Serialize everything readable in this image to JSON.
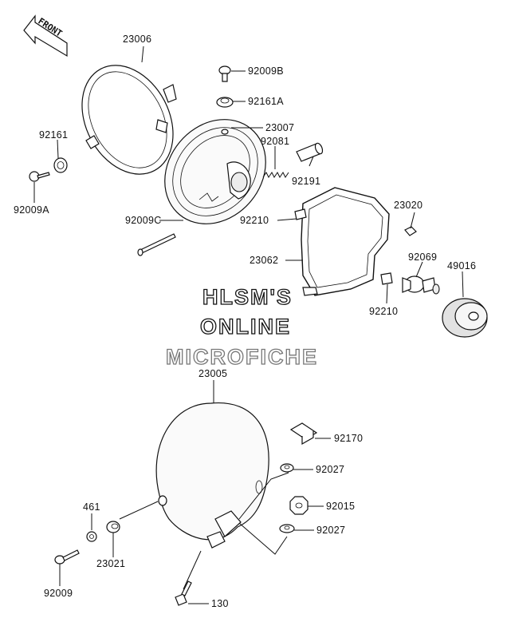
{
  "watermark": {
    "line1": "HLSM'S",
    "line2": "ONLINE",
    "line3": "MICROFICHE"
  },
  "front_label": "FRONT",
  "callouts": [
    {
      "id": "23006",
      "label": "23006"
    },
    {
      "id": "92009B",
      "label": "92009B"
    },
    {
      "id": "92161A",
      "label": "92161A"
    },
    {
      "id": "23007",
      "label": "23007"
    },
    {
      "id": "92161",
      "label": "92161"
    },
    {
      "id": "92081",
      "label": "92081"
    },
    {
      "id": "92191",
      "label": "92191"
    },
    {
      "id": "92009A",
      "label": "92009A"
    },
    {
      "id": "23020",
      "label": "23020"
    },
    {
      "id": "92009C",
      "label": "92009C"
    },
    {
      "id": "92210a",
      "label": "92210"
    },
    {
      "id": "23062",
      "label": "23062"
    },
    {
      "id": "92069",
      "label": "92069"
    },
    {
      "id": "49016",
      "label": "49016"
    },
    {
      "id": "92210b",
      "label": "92210"
    },
    {
      "id": "23005",
      "label": "23005"
    },
    {
      "id": "92170",
      "label": "92170"
    },
    {
      "id": "92027a",
      "label": "92027"
    },
    {
      "id": "461",
      "label": "461"
    },
    {
      "id": "92015",
      "label": "92015"
    },
    {
      "id": "92027b",
      "label": "92027"
    },
    {
      "id": "23021",
      "label": "23021"
    },
    {
      "id": "92009",
      "label": "92009"
    },
    {
      "id": "130",
      "label": "130"
    }
  ]
}
